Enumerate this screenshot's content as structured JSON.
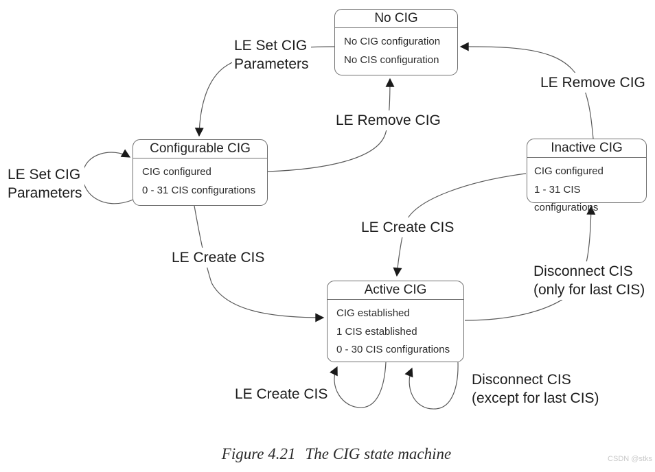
{
  "states": {
    "no_cig": {
      "title": "No CIG",
      "line1": "No CIG configuration",
      "line2": "No CIS configuration"
    },
    "configurable_cig": {
      "title": "Configurable CIG",
      "line1": "CIG configured",
      "line2": "0 - 31 CIS configurations"
    },
    "inactive_cig": {
      "title": "Inactive CIG",
      "line1": "CIG configured",
      "line2": "1 - 31 CIS configurations"
    },
    "active_cig": {
      "title": "Active CIG",
      "line1": "CIG established",
      "line2": "1 CIS established",
      "line3": "0 - 30 CIS configurations"
    }
  },
  "labels": {
    "set_cig_params_top_1": "LE Set CIG",
    "set_cig_params_top_2": "Parameters",
    "set_cig_params_left_1": "LE Set CIG",
    "set_cig_params_left_2": "Parameters",
    "remove_cig_center": "LE Remove CIG",
    "remove_cig_right": "LE Remove CIG",
    "create_cis_left": "LE Create CIS",
    "create_cis_center": "LE Create CIS",
    "create_cis_bottom": "LE Create CIS",
    "disconnect_only_1": "Disconnect CIS",
    "disconnect_only_2": "(only for last CIS)",
    "disconnect_except_1": "Disconnect CIS",
    "disconnect_except_2": "(except for last CIS)"
  },
  "caption": {
    "figure_number": "Figure 4.21",
    "figure_title": "The CIG state machine"
  },
  "watermark": "CSDN @stks",
  "colors": {
    "arrow_line": "#595959",
    "arrowhead": "#1a1a1a",
    "box_border": "#6e6e6e",
    "text": "#1f1f1f",
    "watermark": "#c9c9c9"
  }
}
